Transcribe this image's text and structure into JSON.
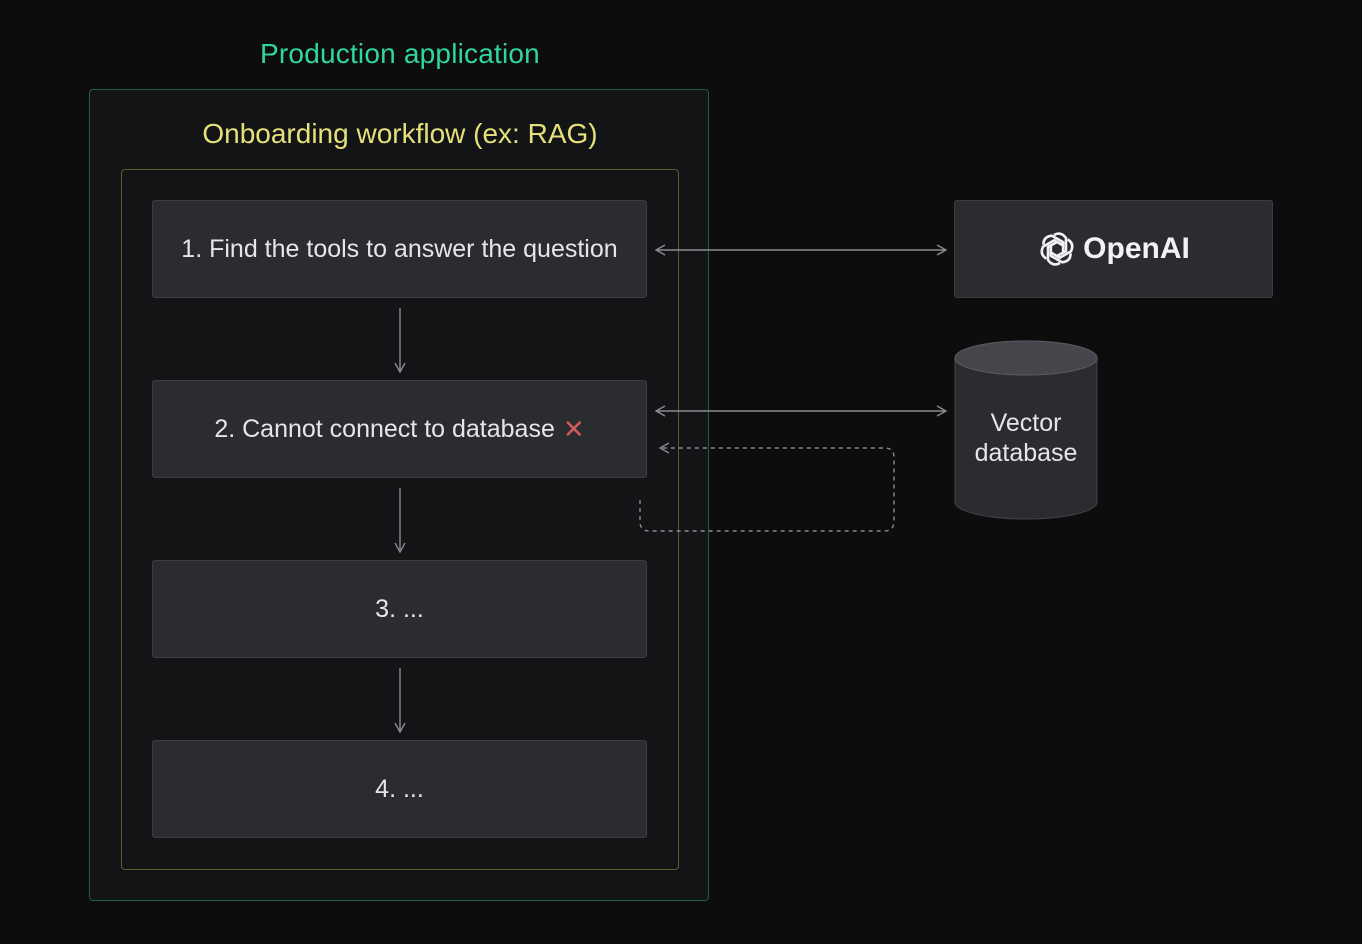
{
  "colors": {
    "production_title": "#2fd79b",
    "workflow_title": "#e6e07a",
    "error_mark": "#d15a5a"
  },
  "production": {
    "title": "Production application"
  },
  "workflow": {
    "title": "Onboarding workflow (ex: RAG)"
  },
  "steps": [
    {
      "label": "1. Find the tools to answer the question"
    },
    {
      "label": "2. Cannot connect to database",
      "status_icon": "x-icon",
      "status_glyph": "✕"
    },
    {
      "label": "3. ..."
    },
    {
      "label": "4. ..."
    }
  ],
  "services": {
    "openai": {
      "name": "OpenAI",
      "icon": "openai-logo-icon"
    },
    "vector_db": {
      "line1": "Vector",
      "line2": "database",
      "icon": "cylinder-icon"
    }
  }
}
